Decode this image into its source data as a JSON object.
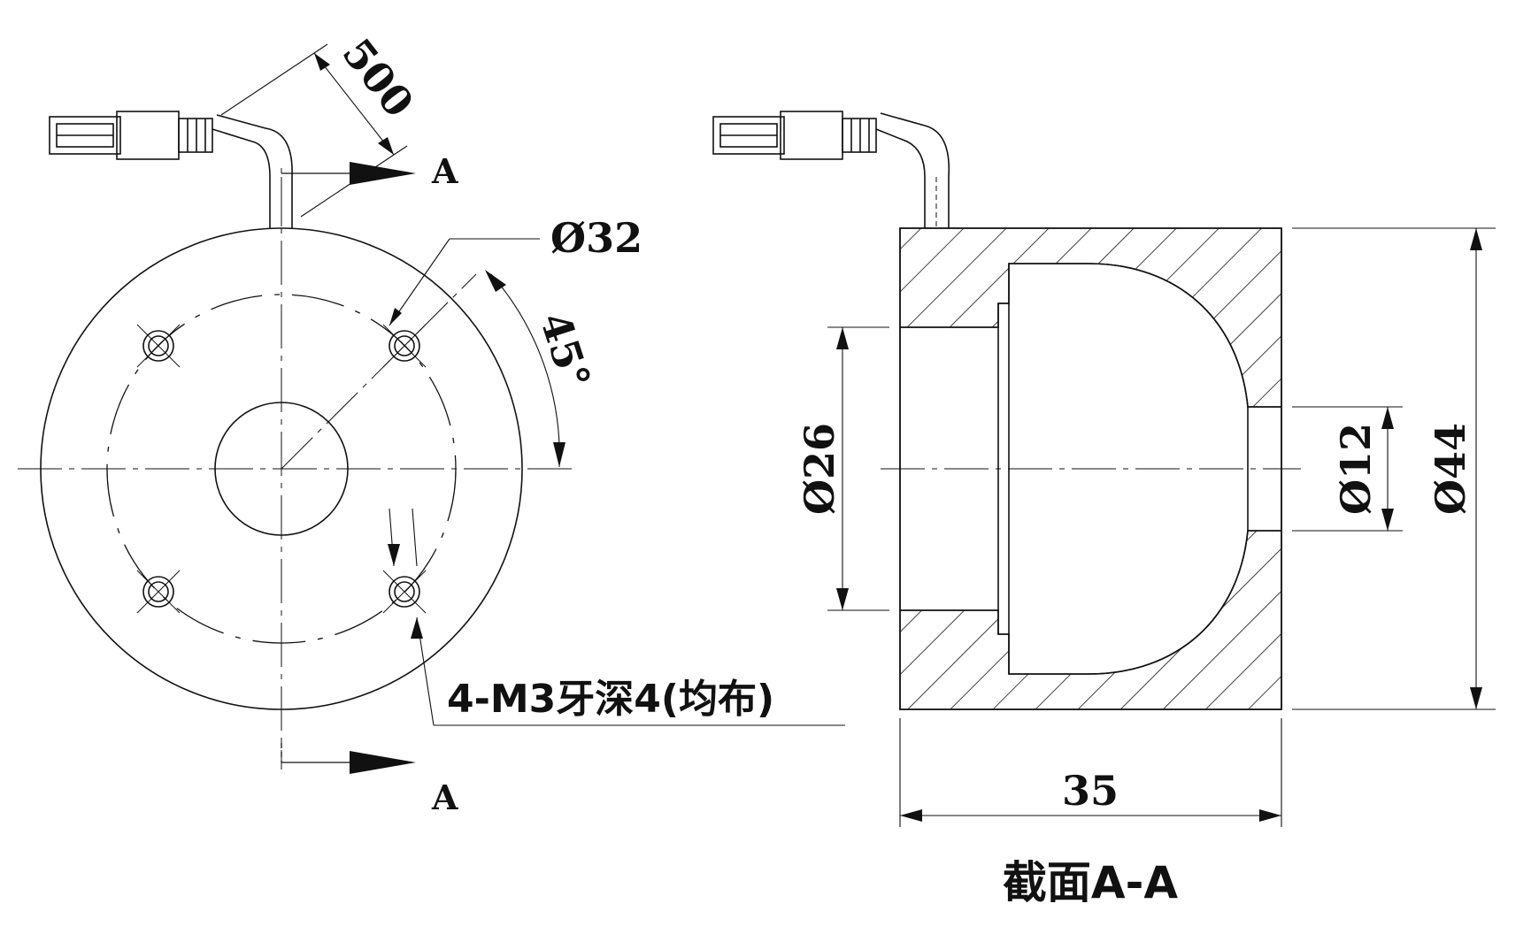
{
  "front_view": {
    "cable_length": "500",
    "section_marker_top": "A",
    "section_marker_bottom": "A",
    "bolt_circle_diameter": "Ø32",
    "angle": "45°",
    "thread_note": "4-M3牙深4(均布)"
  },
  "section_view": {
    "inner_bore_diameter": "Ø26",
    "light_hole_diameter": "Ø12",
    "outer_diameter": "Ø44",
    "height": "35",
    "title": "截面A-A"
  },
  "colors": {
    "line": "#111111",
    "background": "#ffffff"
  }
}
